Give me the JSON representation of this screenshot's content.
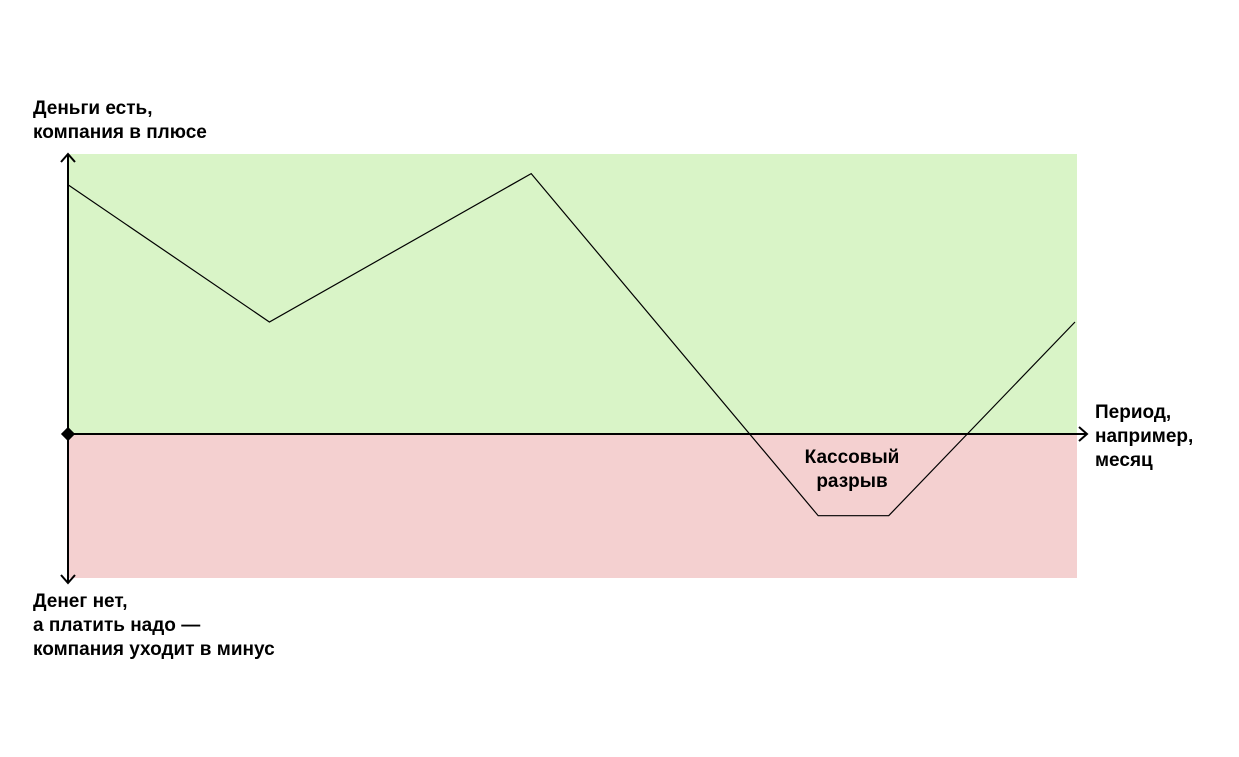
{
  "colors": {
    "positive_zone": "#d9f4c7",
    "negative_zone": "#f4d0d0",
    "axis": "#000000",
    "line": "#000000"
  },
  "labels": {
    "y_positive": [
      "Деньги есть,",
      "компания в плюсе"
    ],
    "y_negative": [
      "Денег нет,",
      "а платить надо —",
      "компания уходит в минус"
    ],
    "x_axis": [
      "Период,",
      "например,",
      "месяц"
    ],
    "cash_gap": [
      "Кассовый",
      "разрыв"
    ]
  },
  "chart_data": {
    "type": "line",
    "x_range": [
      0,
      10
    ],
    "y_range": [
      -5.2,
      10
    ],
    "series": [
      {
        "x": [
          0,
          2,
          4.6,
          7.45,
          8.15,
          10
        ],
        "y": [
          8.9,
          4.0,
          9.3,
          -2.95,
          -2.95,
          4.0
        ]
      }
    ]
  }
}
